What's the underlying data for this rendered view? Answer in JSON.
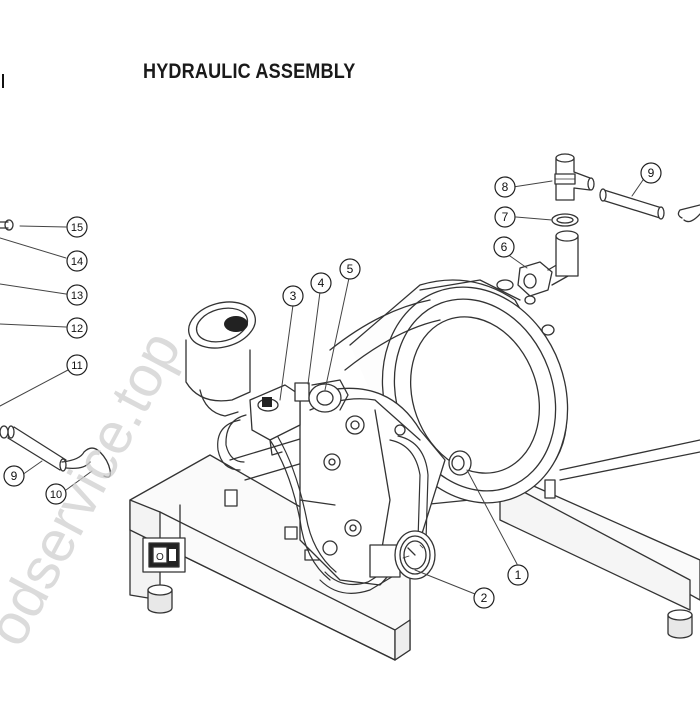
{
  "page": {
    "title": "HYDRAULIC ASSEMBLY",
    "watermark": "odservice.top"
  },
  "callouts": [
    "1",
    "2",
    "3",
    "4",
    "5",
    "6",
    "7",
    "8",
    "9",
    "9",
    "10",
    "11",
    "12",
    "13",
    "14",
    "15"
  ],
  "switch_label": "O",
  "colors": {
    "line": "#333333",
    "callout_stroke": "#222222",
    "watermark": "#cfcfcf"
  }
}
